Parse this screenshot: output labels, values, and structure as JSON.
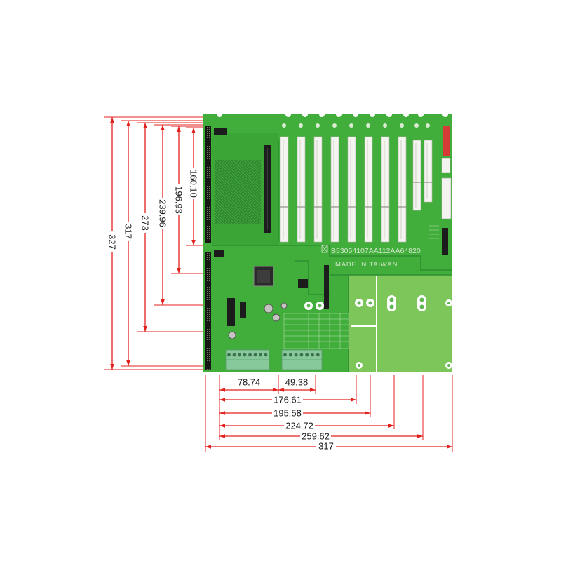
{
  "board": {
    "serial_text": "B53054107AA112AA64820",
    "origin_text": "MADE IN TAIWAN"
  },
  "dimensions": {
    "vertical": [
      "327",
      "317",
      "273",
      "239.96",
      "196.93",
      "160.10"
    ],
    "horizontal": [
      "78.74",
      "49.38",
      "176.61",
      "195.58",
      "224.72",
      "259.62",
      "317"
    ]
  },
  "colors": {
    "dimension_line": "#e3211c",
    "pcb": "#41ae3b",
    "pcb_light_area": "#7cc65a",
    "pci_slot": "#f4f4f0"
  }
}
